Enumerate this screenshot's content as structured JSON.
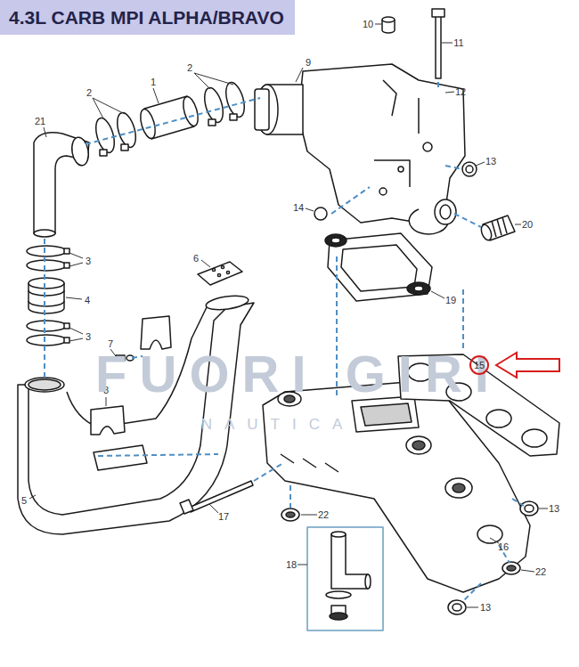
{
  "diagram": {
    "title": "4.3L CARB MPI ALPHA/BRAVO",
    "nodes": [
      {
        "text": [
          "15"
        ]
      }
    ],
    "edges": [],
    "labels": [
      "10",
      "11",
      "2",
      "1",
      "2",
      "9",
      "12",
      "21",
      "13",
      "14",
      "20",
      "3",
      "6",
      "19",
      "4",
      "3",
      "7",
      "8",
      "FUORI GIRI",
      "NAUTICA",
      "5",
      "17",
      "22",
      "13",
      "16",
      "18",
      "22",
      "13"
    ]
  }
}
